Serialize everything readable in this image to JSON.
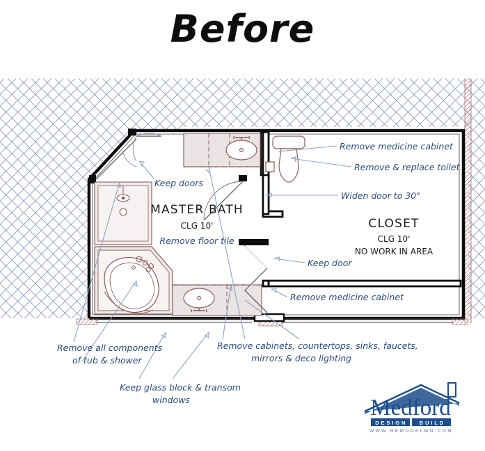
{
  "page": {
    "title": "Before",
    "background": "#ffffff"
  },
  "colors": {
    "annotation_blue": "#2a4a7a",
    "leader_blue": "#8ca3c4",
    "wall_black": "#0d0d0d",
    "hatch_blue": "#8d9cba",
    "hatch_pink": "#d9a3a3",
    "fixture_brown": "#8b5a5a",
    "cabinet_fill": "#e9e3e3",
    "logo_blue": "#1c4e8c"
  },
  "rooms": [
    {
      "name": "master-bath",
      "label": "MASTER BATH",
      "ceiling": "CLG 10'",
      "note": "Remove floor tile"
    },
    {
      "name": "closet",
      "label": "CLOSET",
      "ceiling": "CLG 10'",
      "note": "NO WORK IN AREA"
    }
  ],
  "annotations": [
    {
      "id": "keep-doors",
      "text": "Keep doors"
    },
    {
      "id": "remove-medicine-top",
      "text": "Remove medicine cabinet"
    },
    {
      "id": "remove-replace-toilet",
      "text": "Remove & replace toilet"
    },
    {
      "id": "widen-door",
      "text": "Widen door to 30\""
    },
    {
      "id": "keep-door",
      "text": "Keep door"
    },
    {
      "id": "remove-medicine-bot",
      "text": "Remove medicine cabinet"
    },
    {
      "id": "remove-tub-shower-1",
      "text": "Remove all components"
    },
    {
      "id": "remove-tub-shower-2",
      "text": "of tub & shower"
    },
    {
      "id": "keep-glass-1",
      "text": "Keep glass block & transom"
    },
    {
      "id": "keep-glass-2",
      "text": "windows"
    },
    {
      "id": "remove-cabinets-1",
      "text": "Remove cabinets, countertops, sinks, faucets,"
    },
    {
      "id": "remove-cabinets-2",
      "text": "mirrors & deco lighting"
    }
  ],
  "logo": {
    "brand": "Medford",
    "tagline_left": "D E S I G N",
    "tagline_right": "B U I L D",
    "url": "W W W . R E M O D E L M N . C O M"
  }
}
